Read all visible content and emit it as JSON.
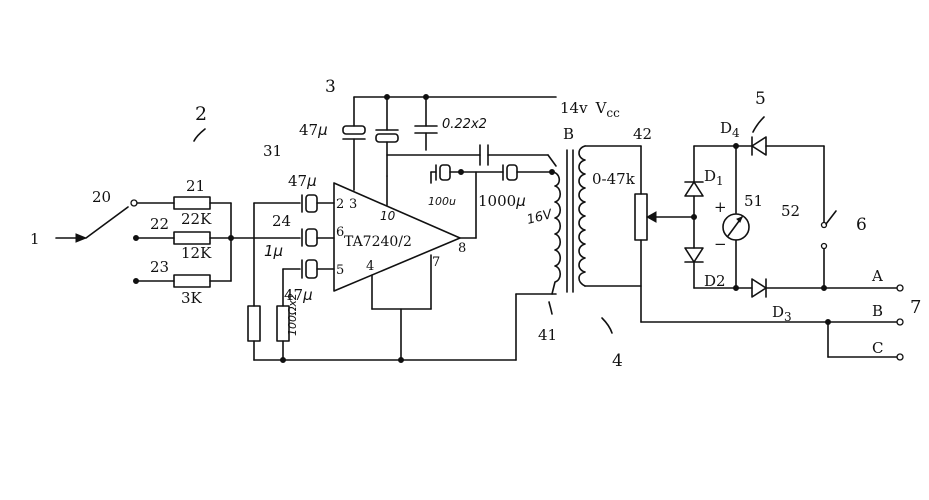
{
  "labels": {
    "ref_1": "1",
    "ref_2": "2",
    "ref_3": "3",
    "ref_4": "4",
    "ref_5": "5",
    "ref_6": "6",
    "ref_7": "7",
    "ref_20": "20",
    "ref_21": "21",
    "ref_22": "22",
    "ref_23": "23",
    "ref_24": "24",
    "ref_31": "31",
    "ref_41": "41",
    "ref_42": "42",
    "ref_51": "51",
    "ref_52": "52",
    "r_22k": "22K",
    "r_12k": "12K",
    "r_3k": "3K",
    "c_47u_top": "47",
    "c_47u_in1": "47",
    "c_1u": "1",
    "c_47u_in3": "47",
    "c_022": "0.22x2",
    "c_100u": "100u",
    "c_1000u": "1000",
    "c_16v": "16V",
    "r_100": "100Ωx2",
    "ic_name": "TA7240/2",
    "pin_2": "2",
    "pin_3": "3",
    "pin_10": "10",
    "pin_6": "6",
    "pin_5": "5",
    "pin_4": "4",
    "pin_7": "7",
    "pin_8": "8",
    "supply": "14v",
    "vcc": "V",
    "vcc_sub": "cc",
    "transformer_b": "B",
    "pot": "0-47k",
    "d1": "D",
    "d1_sub": "1",
    "d2": "D2",
    "d3": "D",
    "d3_sub": "3",
    "d4": "D",
    "d4_sub": "4",
    "meter_plus": "+",
    "meter_minus": "−",
    "out_a": "A",
    "out_b": "B",
    "out_c": "C",
    "mu": "μ"
  }
}
